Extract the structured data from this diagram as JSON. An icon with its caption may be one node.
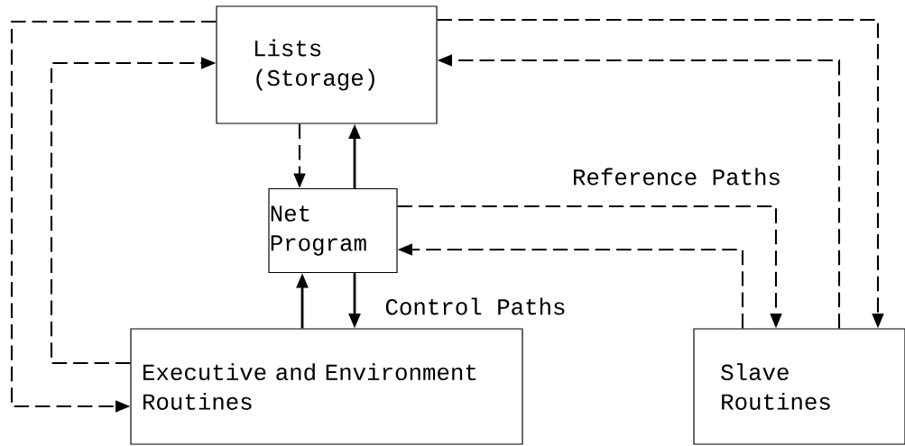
{
  "diagram": {
    "nodes": [
      {
        "text": [
          "Lists (Storage)"
        ]
      },
      {
        "text": [
          "Net Program"
        ]
      },
      {
        "text": [
          "Executive and Environment Routines"
        ]
      },
      {
        "text": [
          "Slave Routines"
        ]
      }
    ],
    "edges": [
      {
        "from": 0,
        "to": 2,
        "arrow": "to",
        "style": "dashed"
      },
      {
        "from": 0,
        "to": 3,
        "arrow": "to",
        "style": "dashed"
      },
      {
        "from": 2,
        "to": 0,
        "arrow": "to",
        "style": "dashed"
      },
      {
        "from": 3,
        "to": 0,
        "arrow": "to",
        "style": "dashed"
      },
      {
        "from": 0,
        "to": 1,
        "arrow": "to",
        "style": "dashed"
      },
      {
        "from": 1,
        "to": 0,
        "arrow": "to"
      },
      {
        "from": 1,
        "to": 3,
        "arrow": "to",
        "style": "dashed"
      },
      {
        "from": 3,
        "to": 1,
        "arrow": "to",
        "style": "dashed"
      },
      {
        "from": 2,
        "to": 1,
        "arrow": "to"
      },
      {
        "from": 1,
        "to": 2,
        "arrow": "to"
      }
    ],
    "labels": [
      "Reference Paths",
      "Control Paths"
    ]
  }
}
